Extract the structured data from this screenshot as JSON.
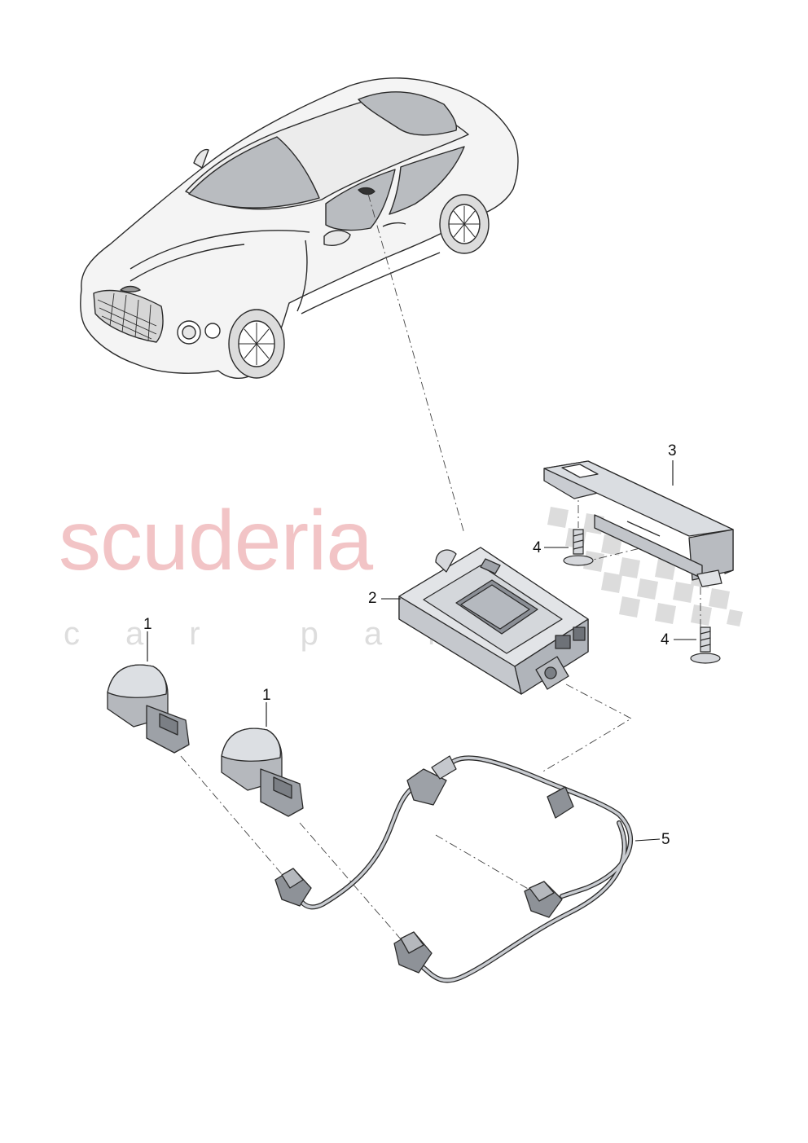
{
  "watermark": {
    "brand": "scuderia",
    "tagline": "car parts",
    "colors": {
      "brand": "#f2c4c6",
      "tagline": "#dddddd",
      "checker": "#d9d9d9"
    }
  },
  "callouts": {
    "lock_unit_left": "1",
    "lock_unit_right": "1",
    "control_unit": "2",
    "bracket": "3",
    "screw_upper": "4",
    "screw_lower": "4",
    "wiring_harness": "5"
  },
  "illustration": {
    "stroke_color": "#2b2b2b",
    "part_fill": "#c9ccd1",
    "car_fill": "#f4f4f4",
    "glass_fill": "#b9bcc0"
  }
}
